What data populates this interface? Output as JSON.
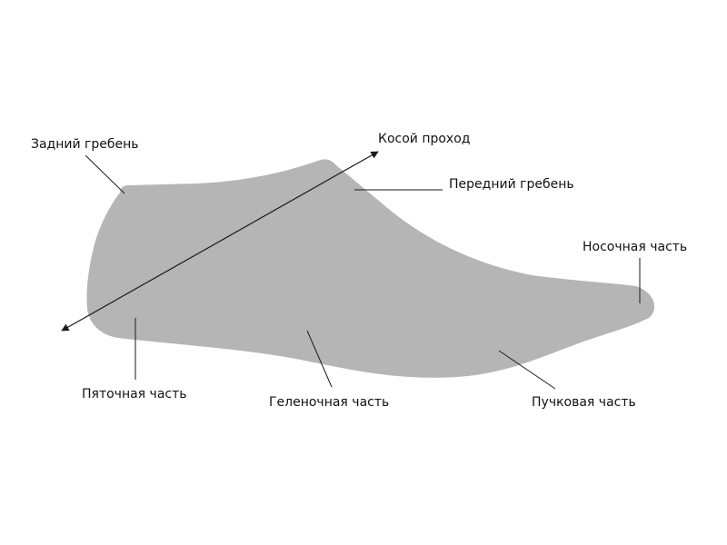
{
  "colors": {
    "background": "#ffffff",
    "shape_fill": "#b5b5b5",
    "line": "#1a1a1a",
    "text": "#111111"
  },
  "labels": {
    "heel_ridge": "Задний гребень",
    "diagonal_pass": "Косой проход",
    "front_ridge": "Передний гребень",
    "toe_part": "Носочная часть",
    "heel_part": "Пяточная часть",
    "arch_part": "Геленочная часть",
    "ball_part": "Пучковая часть"
  }
}
